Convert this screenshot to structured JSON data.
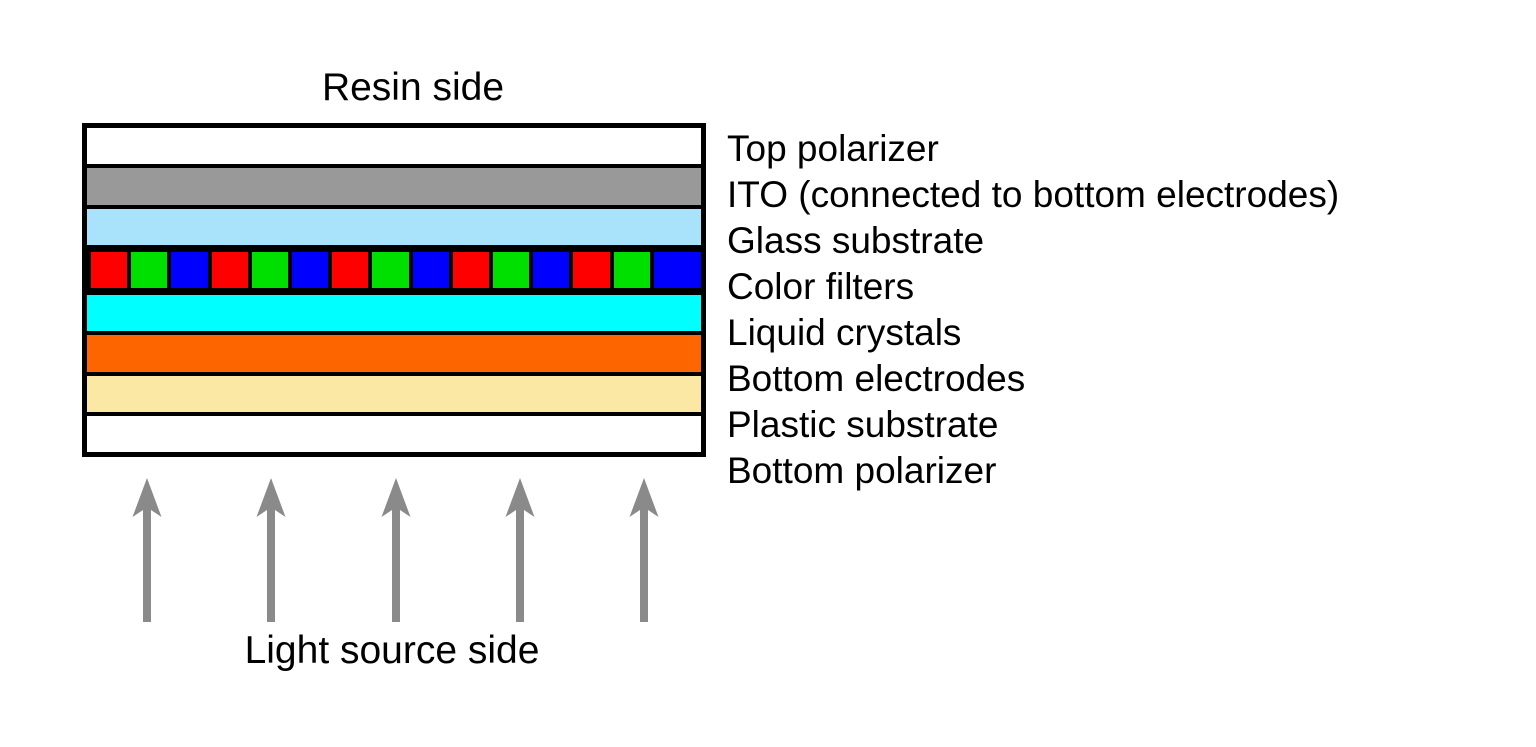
{
  "diagram": {
    "top_label": "Resin side",
    "bottom_label": "Light source side",
    "stack_border_color": "#000000",
    "background_color": "#ffffff",
    "layers": [
      {
        "name": "Top polarizer",
        "color": "#ffffff"
      },
      {
        "name": "ITO (connected to bottom electrodes)",
        "color": "#999999"
      },
      {
        "name": "Glass substrate",
        "color": "#a9e2fb"
      },
      {
        "name": "Color filters",
        "filters": true,
        "color": "rgb-pattern"
      },
      {
        "name": "Liquid crystals",
        "color": "#00ffff"
      },
      {
        "name": "Bottom electrodes",
        "color": "#fd6500"
      },
      {
        "name": "Plastic substrate",
        "color": "#fbe8a5"
      },
      {
        "name": "Bottom polarizer",
        "color": "#ffffff"
      }
    ],
    "color_filters": {
      "pattern": [
        "#ff0000",
        "#00e000",
        "#0000ff"
      ],
      "pattern_names": [
        "red",
        "green",
        "blue"
      ],
      "count": 15,
      "background": "#000000"
    },
    "arrows": {
      "count": 5,
      "direction": "up",
      "color": "#8a8a8a",
      "meaning": "light entering from light source side"
    }
  }
}
